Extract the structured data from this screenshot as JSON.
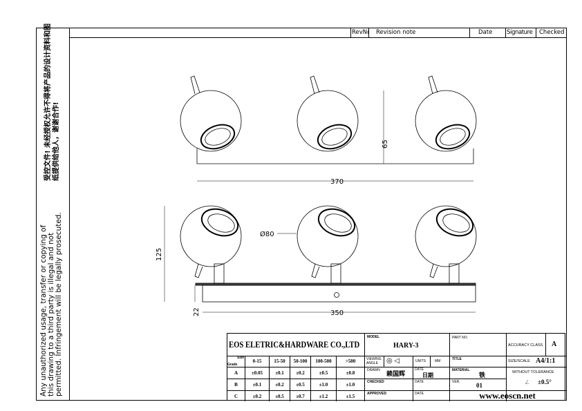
{
  "left_notice": {
    "chinese": "受控文件! 未经授权允许不得将产品的设计资料和图纸提供给他人，谢谢合作!",
    "english": "Any unauthorized usage, transfer or copying of this drawing to a third party is illegal and not permitted. Infringement will be legally prosecuted."
  },
  "revision_header": {
    "rev_no": "RevNo",
    "note": "Revision note",
    "date": "Date",
    "signature": "Signature",
    "checked": "Checked"
  },
  "dimensions": {
    "top_width": "370",
    "top_height": "65",
    "front_height": "125",
    "base_height": "22",
    "base_width": "350",
    "diameter": "Ø80"
  },
  "title_block": {
    "company": "EOS ELETRIC&HARDWARE CO.,LTD",
    "size_label": "Size",
    "grade_label": "Grade",
    "tolerance_columns": [
      "0-15",
      "15-50",
      "50-100",
      "100-500",
      ">500"
    ],
    "tolerance_rows": [
      {
        "grade": "A",
        "values": [
          "±0.05",
          "±0.1",
          "±0.2",
          "±0.5",
          "±0.8"
        ]
      },
      {
        "grade": "B",
        "values": [
          "±0.1",
          "±0.2",
          "±0.5",
          "±1.0",
          "±1.0"
        ]
      },
      {
        "grade": "C",
        "values": [
          "±0.2",
          "±0.5",
          "±0.7",
          "±1.2",
          "±1.5"
        ]
      }
    ],
    "model_label": "MODEL",
    "model": "HARY-3",
    "viewing_angle_label": "VIEWING ANGLE",
    "units_label": "UNITS",
    "units": "MM",
    "drawn_label": "DRAWN",
    "drawn_by": "赖国辉",
    "date_label": "DATE",
    "date_value": "日期",
    "checked_label": "CHECKED",
    "approved_label": "APPROVED",
    "part_no_label": "PART NO.",
    "title_label": "TITLE",
    "material_label": "MATERIAL",
    "material": "铁",
    "ver_label": "VER.",
    "ver": "01",
    "website": "www.eoscn.net",
    "accuracy_label": "ACCURACY CLASS",
    "accuracy": "A",
    "size_scale_label": "SIZE/SCALE",
    "size_scale": "A4/1:1",
    "without_tolerance_label": "WITHOUT TOLERANCE",
    "angle_tolerance": "±0.5°"
  }
}
